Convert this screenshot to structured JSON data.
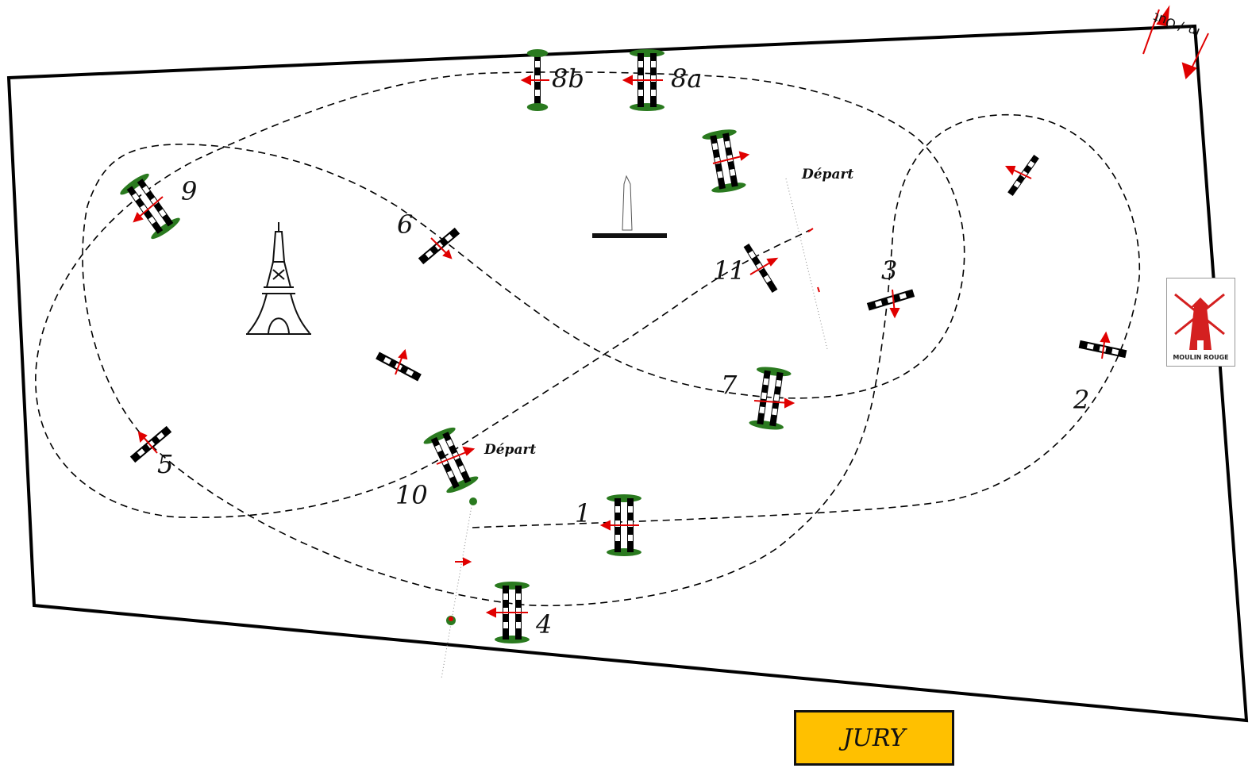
{
  "course": {
    "fence_numbers": [
      "1",
      "2",
      "3",
      "4",
      "5",
      "6",
      "7",
      "8a",
      "8b",
      "9",
      "10",
      "11"
    ],
    "depart_label": "Départ",
    "in_label": "In",
    "out_label": "Out",
    "jury_label": "JURY",
    "moulin_label": "MOULIN ROUGE"
  },
  "colors": {
    "arena_border": "#000000",
    "path": "#000000",
    "direction_arrow": "#e00000",
    "foliage": "#2a7a1f",
    "jury_fill": "#ffc000",
    "moulin_red": "#d42020"
  },
  "icons": [
    "eiffel-tower-icon",
    "obelisk-icon",
    "moulin-rouge-icon"
  ]
}
